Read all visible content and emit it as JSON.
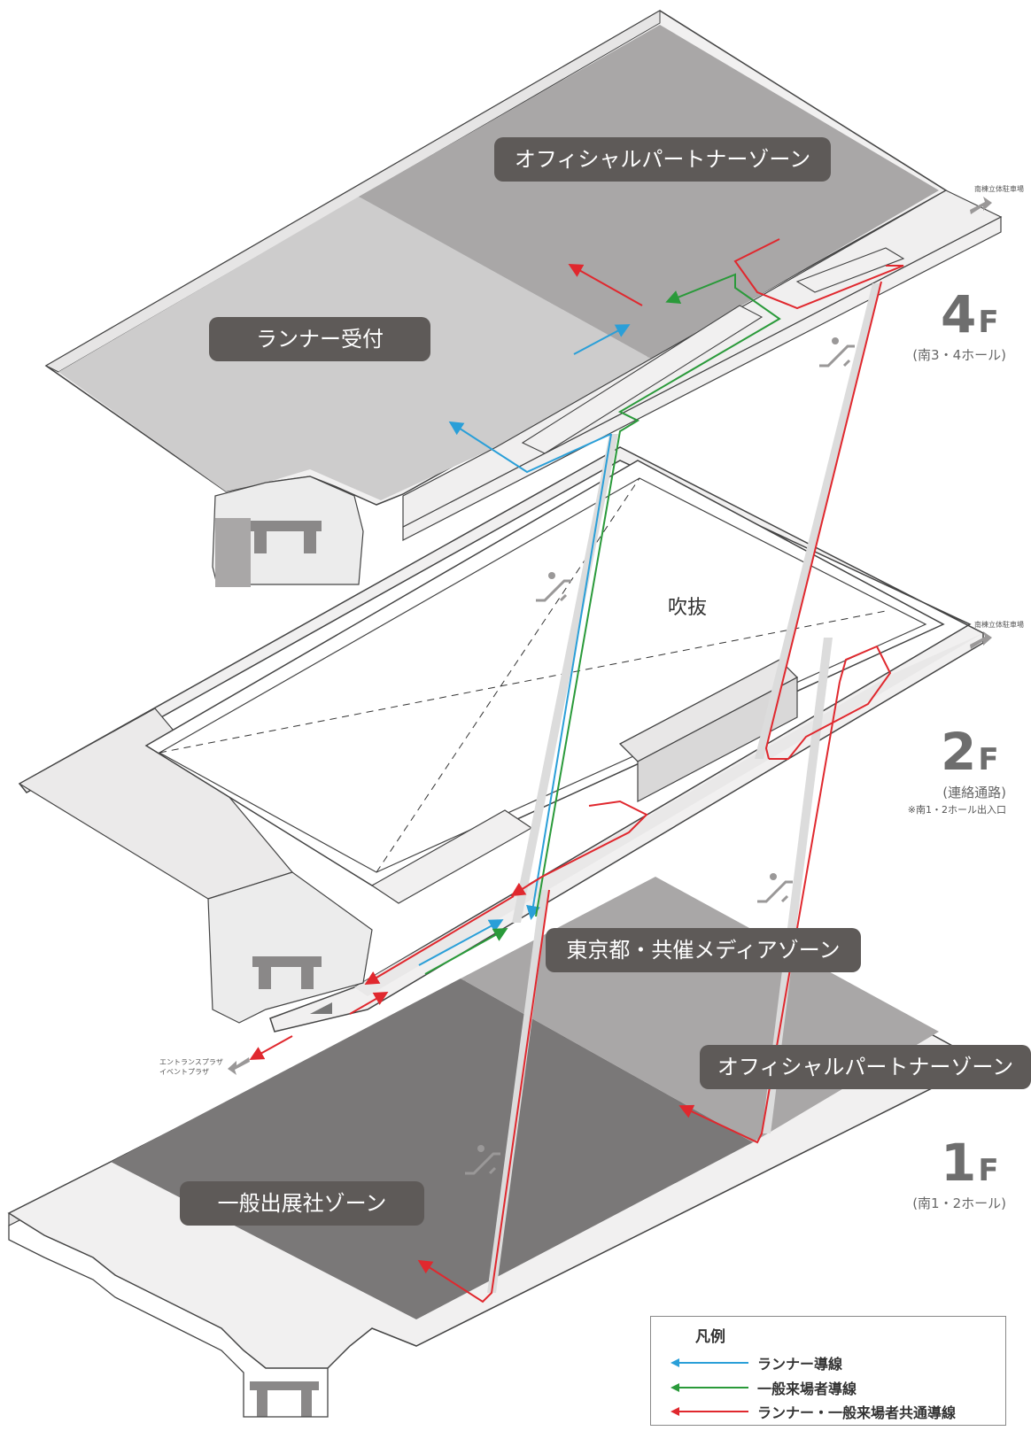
{
  "floors": [
    {
      "number": "4",
      "unit": "F",
      "subtitle": "(南3・4ホール)"
    },
    {
      "number": "2",
      "unit": "F",
      "subtitle": "(連絡通路)",
      "note": "※南1・2ホール出入口"
    },
    {
      "number": "1",
      "unit": "F",
      "subtitle": "(南1・2ホール)"
    }
  ],
  "zones": {
    "official_partner_4f": "オフィシャルパートナーゾーン",
    "runner_reception": "ランナー受付",
    "void": "吹抜",
    "tokyo_media": "東京都・共催メディアゾーン",
    "official_partner_1f": "オフィシャルパートナーゾーン",
    "general_exhibitor": "一般出展社ゾーン"
  },
  "exits": {
    "parking_4f": "南棟立体駐車場",
    "parking_2f": "南棟立体駐車場",
    "entrance_line1": "エントランスプラザ",
    "entrance_line2": "イベントプラザ"
  },
  "legend": {
    "title": "凡例",
    "items": [
      {
        "label": "ランナー導線",
        "color": "#2a9fd8"
      },
      {
        "label": "一般来場者導線",
        "color": "#2a9a3a"
      },
      {
        "label": "ランナー・一般来場者共通導線",
        "color": "#e0282e"
      }
    ]
  },
  "colors": {
    "runner": "#2a9fd8",
    "visitor": "#2a9a3a",
    "shared": "#e0282e",
    "label_bg": "#5e5a58",
    "zone_dark": "#7a7878",
    "zone_mid": "#a9a7a7",
    "zone_light": "#cdcccc",
    "corridor": "#f2f1f1"
  },
  "icons": [
    "escalator-icon",
    "parking-arrow-icon",
    "entrance-arrow-icon"
  ]
}
